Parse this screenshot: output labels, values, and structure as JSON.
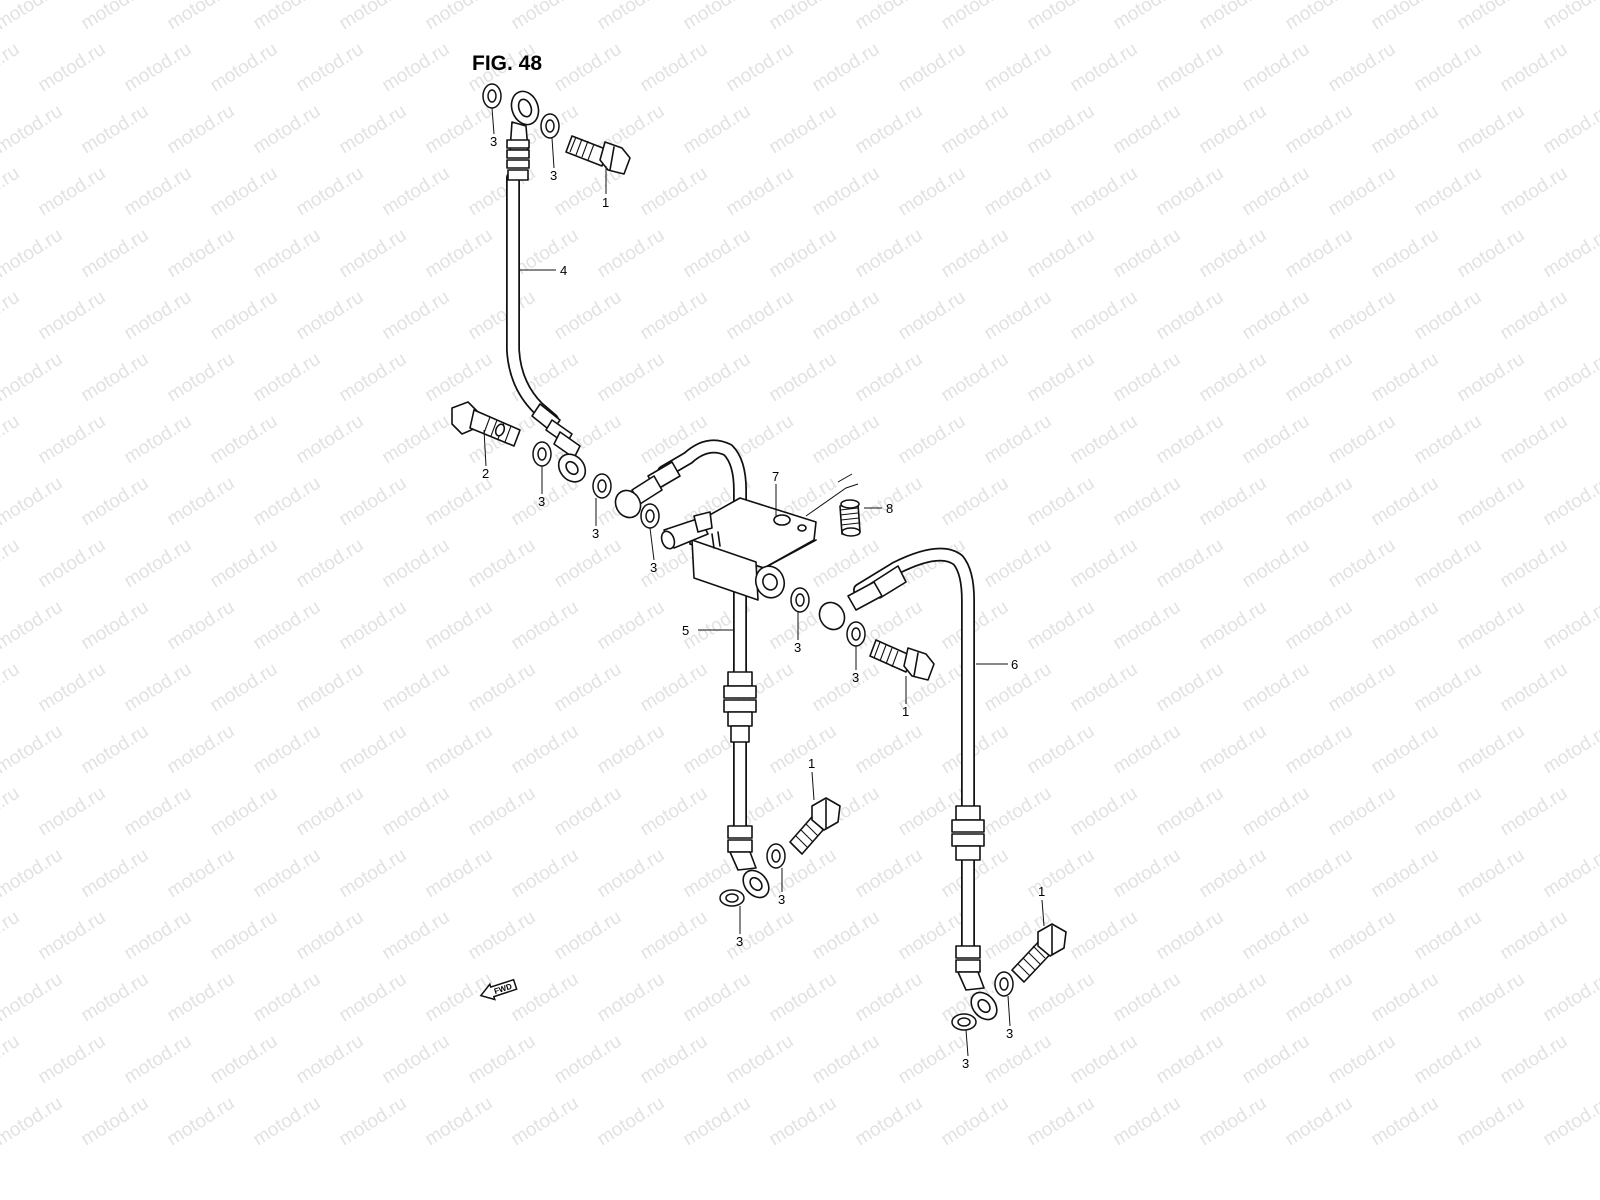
{
  "figure": {
    "title": "FIG. 48"
  },
  "watermark": {
    "text": "motod.ru"
  },
  "callouts": {
    "c1_top": "1",
    "c3_top_left": "3",
    "c3_top_right": "3",
    "c4": "4",
    "c2": "2",
    "c3_mid_a": "3",
    "c3_mid_b": "3",
    "c3_mid_c": "3",
    "c7": "7",
    "c8": "8",
    "c5": "5",
    "c3_mid_d": "3",
    "c3_mid_e": "3",
    "c1_mid": "1",
    "c6": "6",
    "c1_lower": "1",
    "c3_low_a": "3",
    "c3_low_b": "3",
    "c1_right": "1",
    "c3_right_a": "3",
    "c3_right_b": "3"
  },
  "fwd_badge": {
    "label": "FWD"
  },
  "colors": {
    "line": "#111111",
    "watermark": "#e2e2e2",
    "background": "#ffffff"
  }
}
